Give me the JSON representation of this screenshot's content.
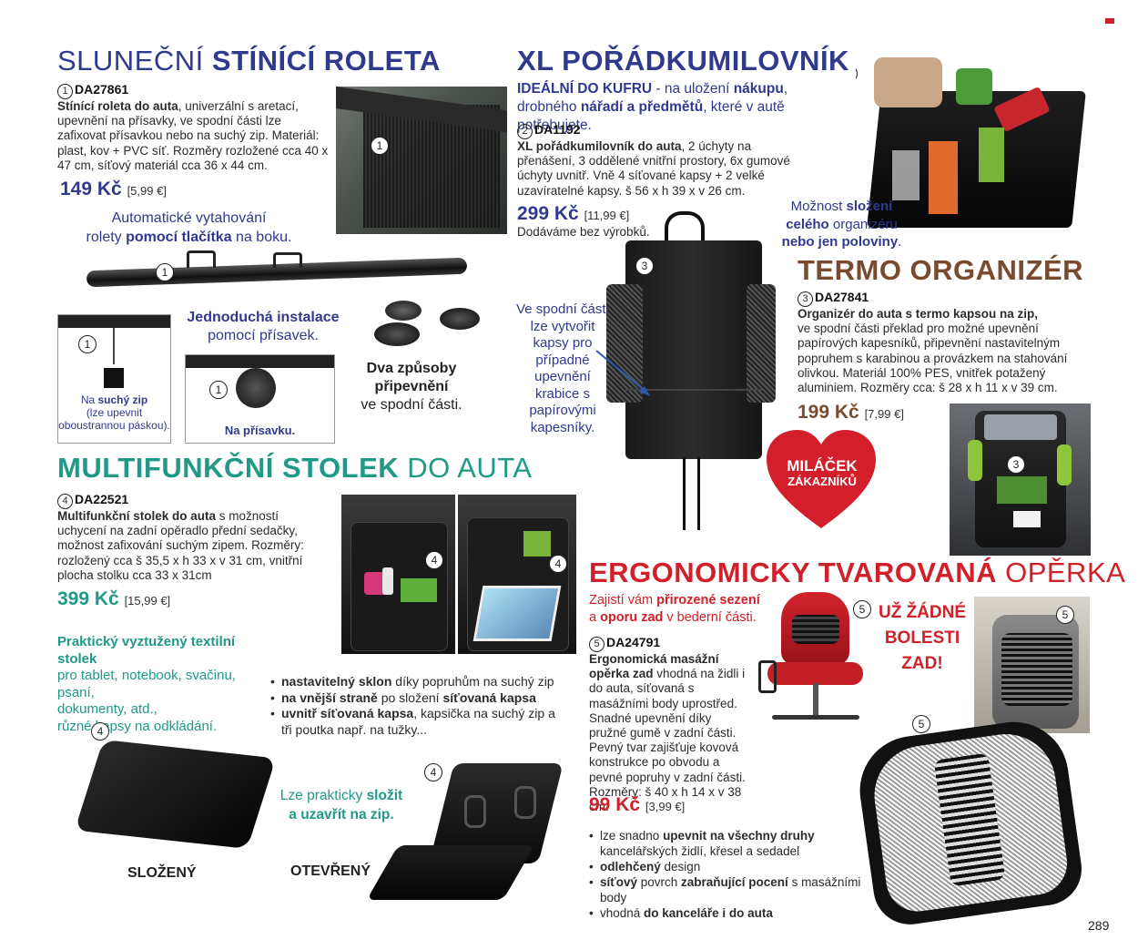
{
  "roleta": {
    "title_light": "SLUNEČNÍ",
    "title_bold": "STÍNÍCÍ ROLETA",
    "num": "1",
    "code": "DA27861",
    "desc_bold": "Stínící roleta do auta",
    "desc": ", univerzální s aretací, upevnění na přísavky, ve spodní části lze zafixovat přísavkou nebo na suchý zip. Materiál: plast, kov + PVC síť. Rozměry rozložené cca 40 x 47 cm, síťový materiál cca 36 x 44 cm.",
    "price": "149 Kč",
    "price_eur": "[5,99 €]",
    "auto_1": "Automatické vytahování",
    "auto_2a": "rolety ",
    "auto_2b": "pomocí tlačítka",
    "auto_2c": " na boku.",
    "install_1": "Jednoduchá instalace",
    "install_2": "pomocí přísavek.",
    "ways_1": "Dva způsoby",
    "ways_2": "připevnění",
    "ways_3": "ve spodní části.",
    "zip_1": "Na ",
    "zip_2": "suchý zip",
    "zip_3": "(lze upevnit",
    "zip_4": "oboustrannou páskou).",
    "suction": "Na přísavku."
  },
  "organizer": {
    "title": "XL POŘÁDKUMILOVNÍK",
    "sub_1a": "IDEÁLNÍ DO KUFRU",
    "sub_1b": " - na uložení ",
    "sub_1c": "nákupu",
    "sub_1d": ",",
    "sub_2a": "drobného ",
    "sub_2b": "nářadí a předmětů",
    "sub_2c": ", které v autě potřebujete.",
    "num": "2",
    "code": "DA1192",
    "desc_bold": "XL pořádkumilovník do auta",
    "desc": ", 2 úchyty na přenášení, 3 oddělené vnitřní prostory, 6x gumové úchyty uvnitř. Vně 4 síťované kapsy + 2 velké uzavíratelné kapsy. š 56 x h 39 x v 26 cm.",
    "price": "299 Kč",
    "price_eur": "[11,99 €]",
    "delivery": "Dodáváme bez výrobků.",
    "fold_1a": "Možnost ",
    "fold_1b": "složení",
    "fold_2a": "celého",
    "fold_2b": " organizéru",
    "fold_3a": "nebo jen poloviny",
    "fold_3b": "."
  },
  "termo": {
    "title": "TERMO ORGANIZÉR",
    "num": "3",
    "code": "DA27841",
    "desc_bold": "Organizér do auta s termo kapsou na zip,",
    "desc": "ve spodní části překlad pro možné upevnění papírových kapesníků, připevnění nastavitelným popruhem s karabinou a provázkem na stahování olivkou. Materiál 100% PES, vnitřek potažený aluminiem. Rozměry cca: š 28 x h 11 x v 39 cm.",
    "price": "199 Kč",
    "price_eur": "[7,99 €]",
    "bottom_note": "Ve spodní části lze vytvořit kapsy pro případné upevnění krabice s papírovými kapesníky.",
    "heart_1": "MILÁČEK",
    "heart_2": "ZÁKAZNÍKŮ"
  },
  "stolek": {
    "title_bold": "MULTIFUNKČNÍ STOLEK",
    "title_light": "DO AUTA",
    "num": "4",
    "code": "DA22521",
    "desc_bold": "Multifunkční stolek do auta",
    "desc": " s možností uchycení na zadní opěradlo přední sedačky, možnost zafixování suchým zipem. Rozměry: rozložený cca š 35,5 x h 33 x v 31 cm, vnitřní plocha stolku cca 33 x 31cm",
    "price": "399 Kč",
    "price_eur": "[15,99 €]",
    "green_1": "Praktický vyztužený textilní stolek",
    "green_2": "pro tablet, notebook, svačinu, psaní,",
    "green_3": "dokumenty, atd.,",
    "green_4": "různé kapsy na odkládání.",
    "bullets": [
      {
        "b": "nastavitelný sklon",
        "t": " díky popruhům na suchý zip"
      },
      {
        "b": "na vnější straně",
        "t": " po složení ",
        "b2": "síťovaná kapsa"
      },
      {
        "b": "uvnitř síťovaná kapsa",
        "t": ", kapsička na suchý zip a tři poutka např. na tužky..."
      }
    ],
    "fold_1a": "Lze prakticky ",
    "fold_1b": "složit",
    "fold_2": "a uzavřít na zip.",
    "folded": "SLOŽENÝ",
    "open": "OTEVŘENÝ"
  },
  "operka": {
    "title_bold": "ERGONOMICKY TVAROVANÁ",
    "title_light": "OPĚRKA",
    "red_1a": "Zajistí vám ",
    "red_1b": "přirozené sezení",
    "red_2a": "a ",
    "red_2b": "oporu zad",
    "red_2c": " v bederní části.",
    "num": "5",
    "code": "DA24791",
    "desc_bold": "Ergonomická masážní opěrka zad",
    "desc": " vhodná na židli i do auta, síťovaná s masážními body uprostřed. Snadné upevnění díky pružné gumě v zadní části. Pevný tvar zajišťuje kovová konstrukce po obvodu a pevné popruhy v zadní části. Rozměry: š 40 x h 14 x v 38 cm.",
    "price": "99 Kč",
    "price_eur": "[3,99 €]",
    "no_pain_1": "UŽ ŽÁDNÉ",
    "no_pain_2": "BOLESTI",
    "no_pain_3": "ZAD!",
    "bullets": [
      {
        "pre": "lze snadno ",
        "b": "upevnit na všechny druhy",
        "t": " kancelářských židlí, křesel a sedadel"
      },
      {
        "pre": "",
        "b": "odlehčený",
        "t": " design"
      },
      {
        "pre": "",
        "b": "síťový",
        "t": " povrch ",
        "b2": "zabraňující pocení",
        "t2": " s masážními body"
      },
      {
        "pre": "vhodná ",
        "b": "do kanceláře i do auta",
        "t": ""
      }
    ]
  },
  "page_number": "289"
}
